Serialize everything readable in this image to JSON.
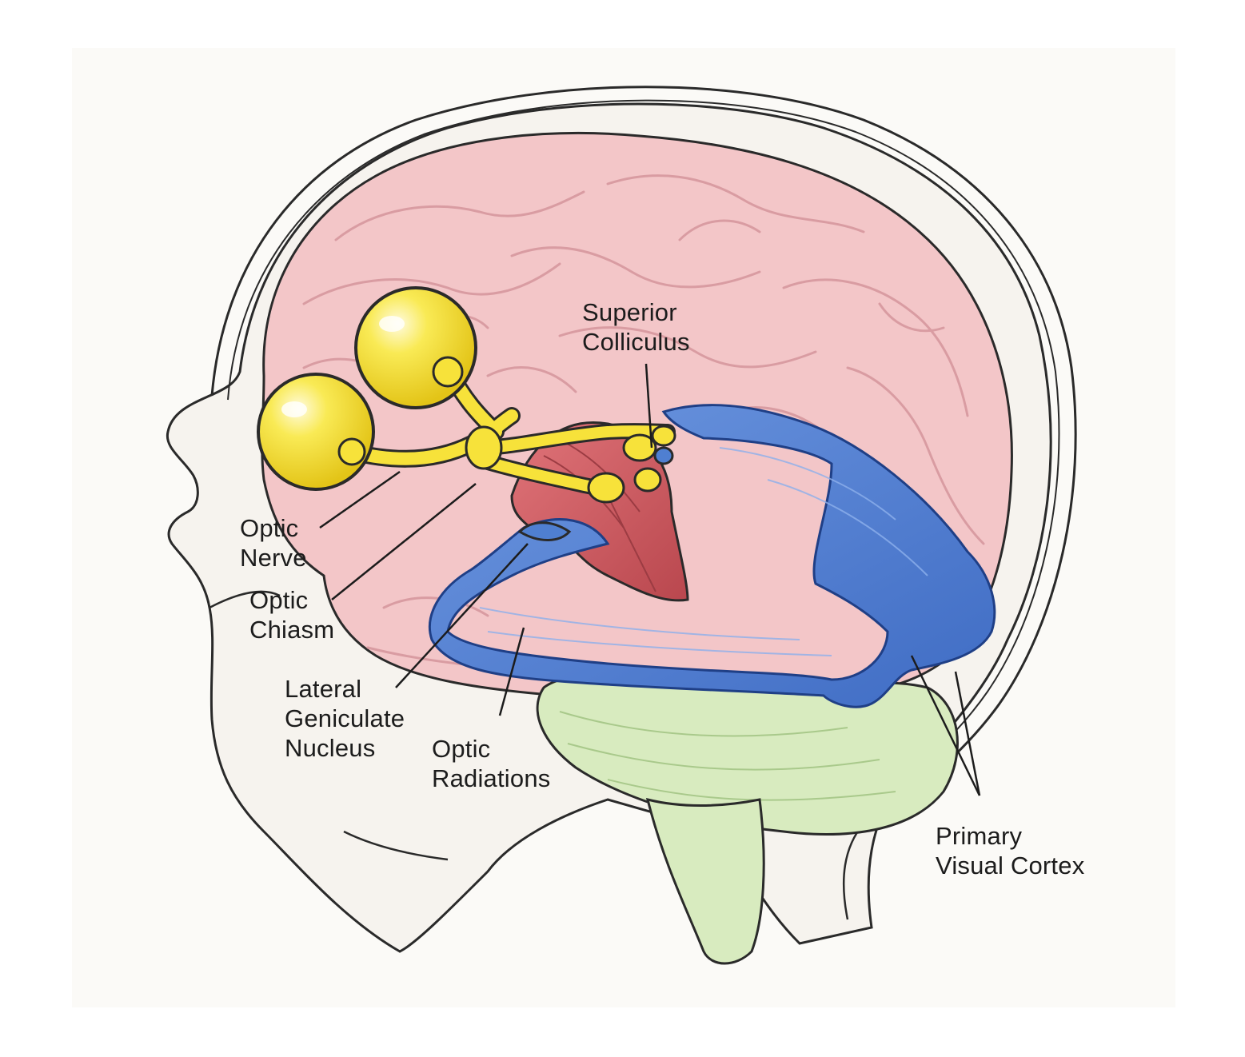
{
  "colors": {
    "head_outline": "#2a2a2a",
    "skin": "#f6f3ee",
    "brain": "#f3c6c8",
    "brain_fold": "#d99ca2",
    "optic_yellow": "#f7e23a",
    "radiation_blue": "#4f7fd1",
    "brainstem_red": "#cf5a60",
    "cerebellum_green": "#d8ebbf"
  },
  "labels": {
    "superior_colliculus": {
      "line1": "Superior",
      "line2": "Colliculus"
    },
    "optic_nerve": {
      "line1": "Optic",
      "line2": "Nerve"
    },
    "optic_chiasm": {
      "line1": "Optic",
      "line2": "Chiasm"
    },
    "lateral_geniculate_nucleus": {
      "line1": "Lateral",
      "line2": "Geniculate",
      "line3": "Nucleus"
    },
    "optic_radiations": {
      "line1": "Optic",
      "line2": "Radiations"
    },
    "primary_visual_cortex": {
      "line1": "Primary",
      "line2": "Visual Cortex"
    }
  }
}
